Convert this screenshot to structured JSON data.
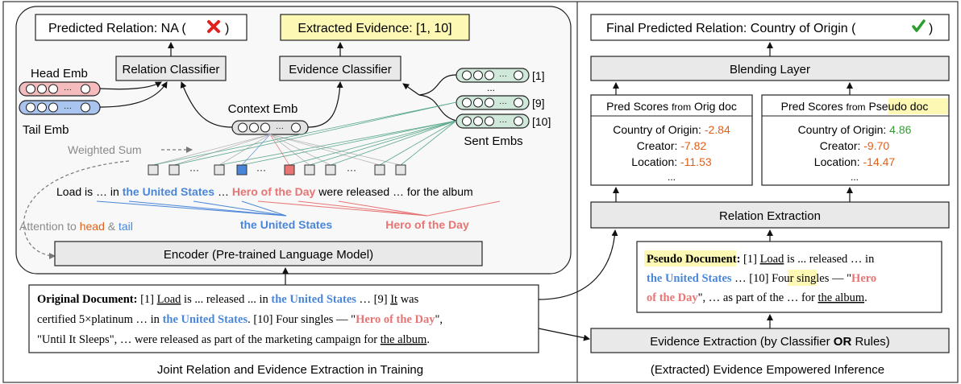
{
  "left_panel": {
    "predicted_relation": "Predicted Relation: NA (",
    "predicted_relation_close": ")",
    "extracted_evidence": "Extracted Evidence: [1, 10]",
    "relation_classifier": "Relation Classifier",
    "evidence_classifier": "Evidence Classifier",
    "head_emb": "Head Emb",
    "tail_emb": "Tail Emb",
    "context_emb": "Context Emb",
    "sent_embs": "Sent Embs",
    "sent_labels": [
      "[1]",
      "...",
      "[9]",
      "[10]"
    ],
    "weighted_sum": "Weighted Sum",
    "attention_prefix": "Attention to ",
    "attention_head": "head",
    "attention_amp": " & ",
    "attention_tail": "tail",
    "token_ellipsis": "···",
    "sentence_parts": [
      "Load is … in ",
      "the United States",
      " … ",
      "Hero of the Day",
      " were released … for the album"
    ],
    "span_head": "the United States",
    "span_tail": "Hero of the Day",
    "encoder": "Encoder (Pre-trained Language Model)",
    "caption": "Joint Relation and Evidence Extraction in Training"
  },
  "original_document": {
    "label": "Original Document:",
    "line1": [
      "[1] ",
      "Load",
      " is ... released ... in ",
      "the United States",
      " … [9] ",
      "It",
      " was"
    ],
    "line2": [
      "certified 5×platinum … in ",
      "the United States",
      ". [10] Four singles — \"",
      "Hero of the Day",
      "\","
    ],
    "line3": [
      "\"Until It Sleeps\",  … were released as part of the marketing campaign for ",
      "the album",
      "."
    ]
  },
  "right_panel": {
    "final_relation": "Final Predicted Relation: Country of Origin (",
    "final_close": ")",
    "blending_layer": "Blending Layer",
    "orig_title_a": "Pred Scores ",
    "orig_title_b": "from",
    "orig_title_c": " Orig doc",
    "pseudo_title_a": "Pred Scores ",
    "pseudo_title_b": "from",
    "pseudo_title_c": "Pseudo doc",
    "orig_scores": [
      {
        "label": "Country of Origin: ",
        "value": "-2.84"
      },
      {
        "label": "Creator: ",
        "value": "-7.82"
      },
      {
        "label": "Location: ",
        "value": "-11.53"
      }
    ],
    "pseudo_scores": [
      {
        "label": "Country of Origin: ",
        "value": "4.86"
      },
      {
        "label": "Creator: ",
        "value": "-9.70"
      },
      {
        "label": "Location: ",
        "value": "-14.47"
      }
    ],
    "ellipsis": "...",
    "relation_extraction": "Relation Extraction",
    "pseudo_doc": {
      "label": "Pseudo Document:",
      "line1": [
        " [1] ",
        "Load",
        " is ... released … in"
      ],
      "line2": [
        "the United States",
        " … ",
        "[10]",
        " Four singles — \"",
        "Hero"
      ],
      "line3": [
        "of the Day",
        "\", … as part of the … for ",
        "the album",
        "."
      ]
    },
    "evidence_extraction_a": "Evidence Extraction (by Classifier ",
    "evidence_extraction_b": "OR",
    "evidence_extraction_c": " Rules)",
    "caption": "(Extracted) Evidence Empowered Inference"
  },
  "colors": {
    "head": "#4a86d8",
    "tail": "#e87474",
    "negative_score": "#e0601a",
    "positive_score": "#3a9a3a",
    "highlight": "#fdf8b4",
    "wrong": "#e0221f",
    "correct": "#2a9d2a"
  },
  "icons": {
    "wrong": "cross-icon",
    "correct": "check-icon"
  }
}
